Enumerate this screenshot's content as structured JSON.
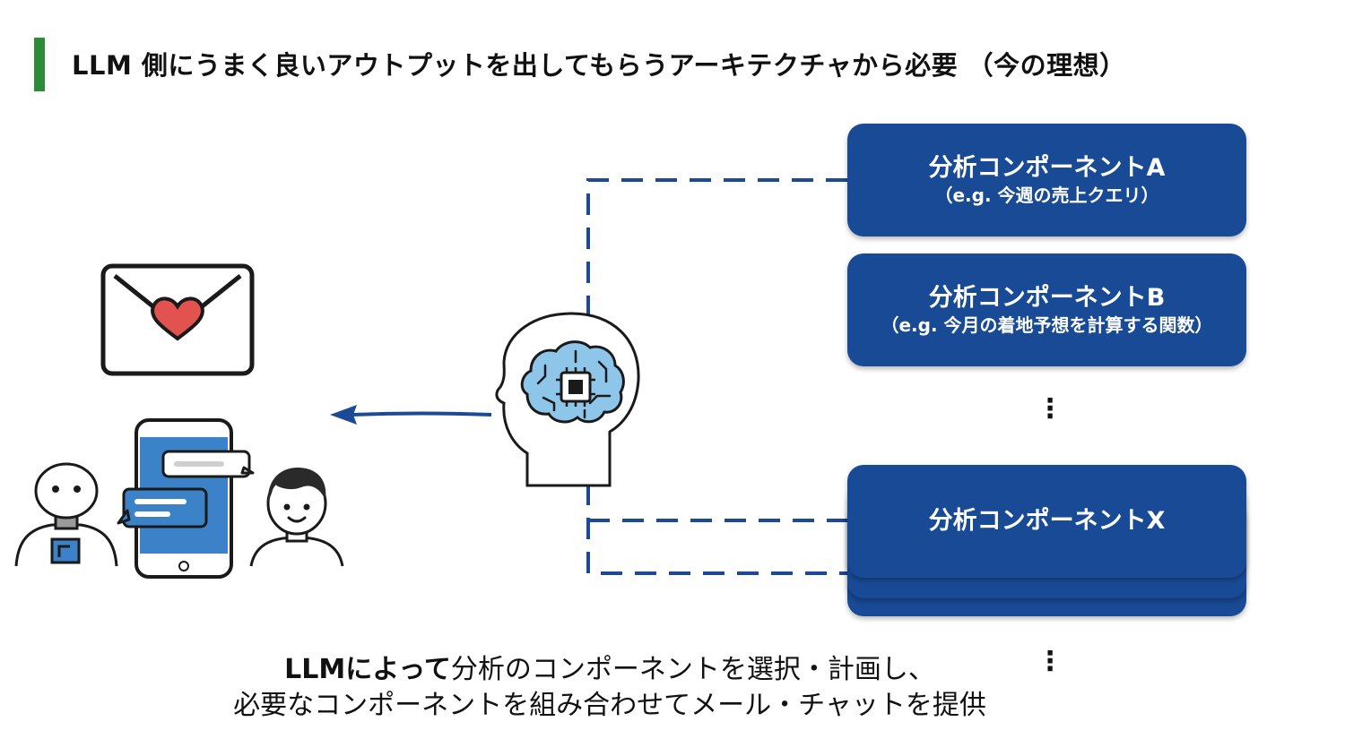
{
  "colors": {
    "accent_green": "#2e8b3a",
    "card_blue": "#184a96",
    "connector_blue": "#1c4a96",
    "brain_fill": "#8ec6ea",
    "phone_blue": "#3b82c8",
    "heart_red": "#e2524f"
  },
  "title": "LLM 側にうまく良いアウトプットを出してもらうアーキテクチャから必要 （今の理想）",
  "components": [
    {
      "name": "分析コンポーネントA",
      "desc": "（e.g. 今週の売上クエリ）"
    },
    {
      "name": "分析コンポーネントB",
      "desc": "（e.g. 今月の着地予想を計算する関数）"
    },
    {
      "name": "分析コンポーネントX",
      "desc": ""
    }
  ],
  "ellipsis": "⋮",
  "caption": {
    "line1_bold": "LLMによって",
    "line1_rest": "分析のコンポーネントを選択・計画し、",
    "line2": "必要なコンポーネントを組み合わせてメール・チャットを提供"
  },
  "icons": [
    "envelope-heart-icon",
    "robot-icon",
    "smartphone-chat-icon",
    "person-icon",
    "ai-brain-head-icon"
  ]
}
